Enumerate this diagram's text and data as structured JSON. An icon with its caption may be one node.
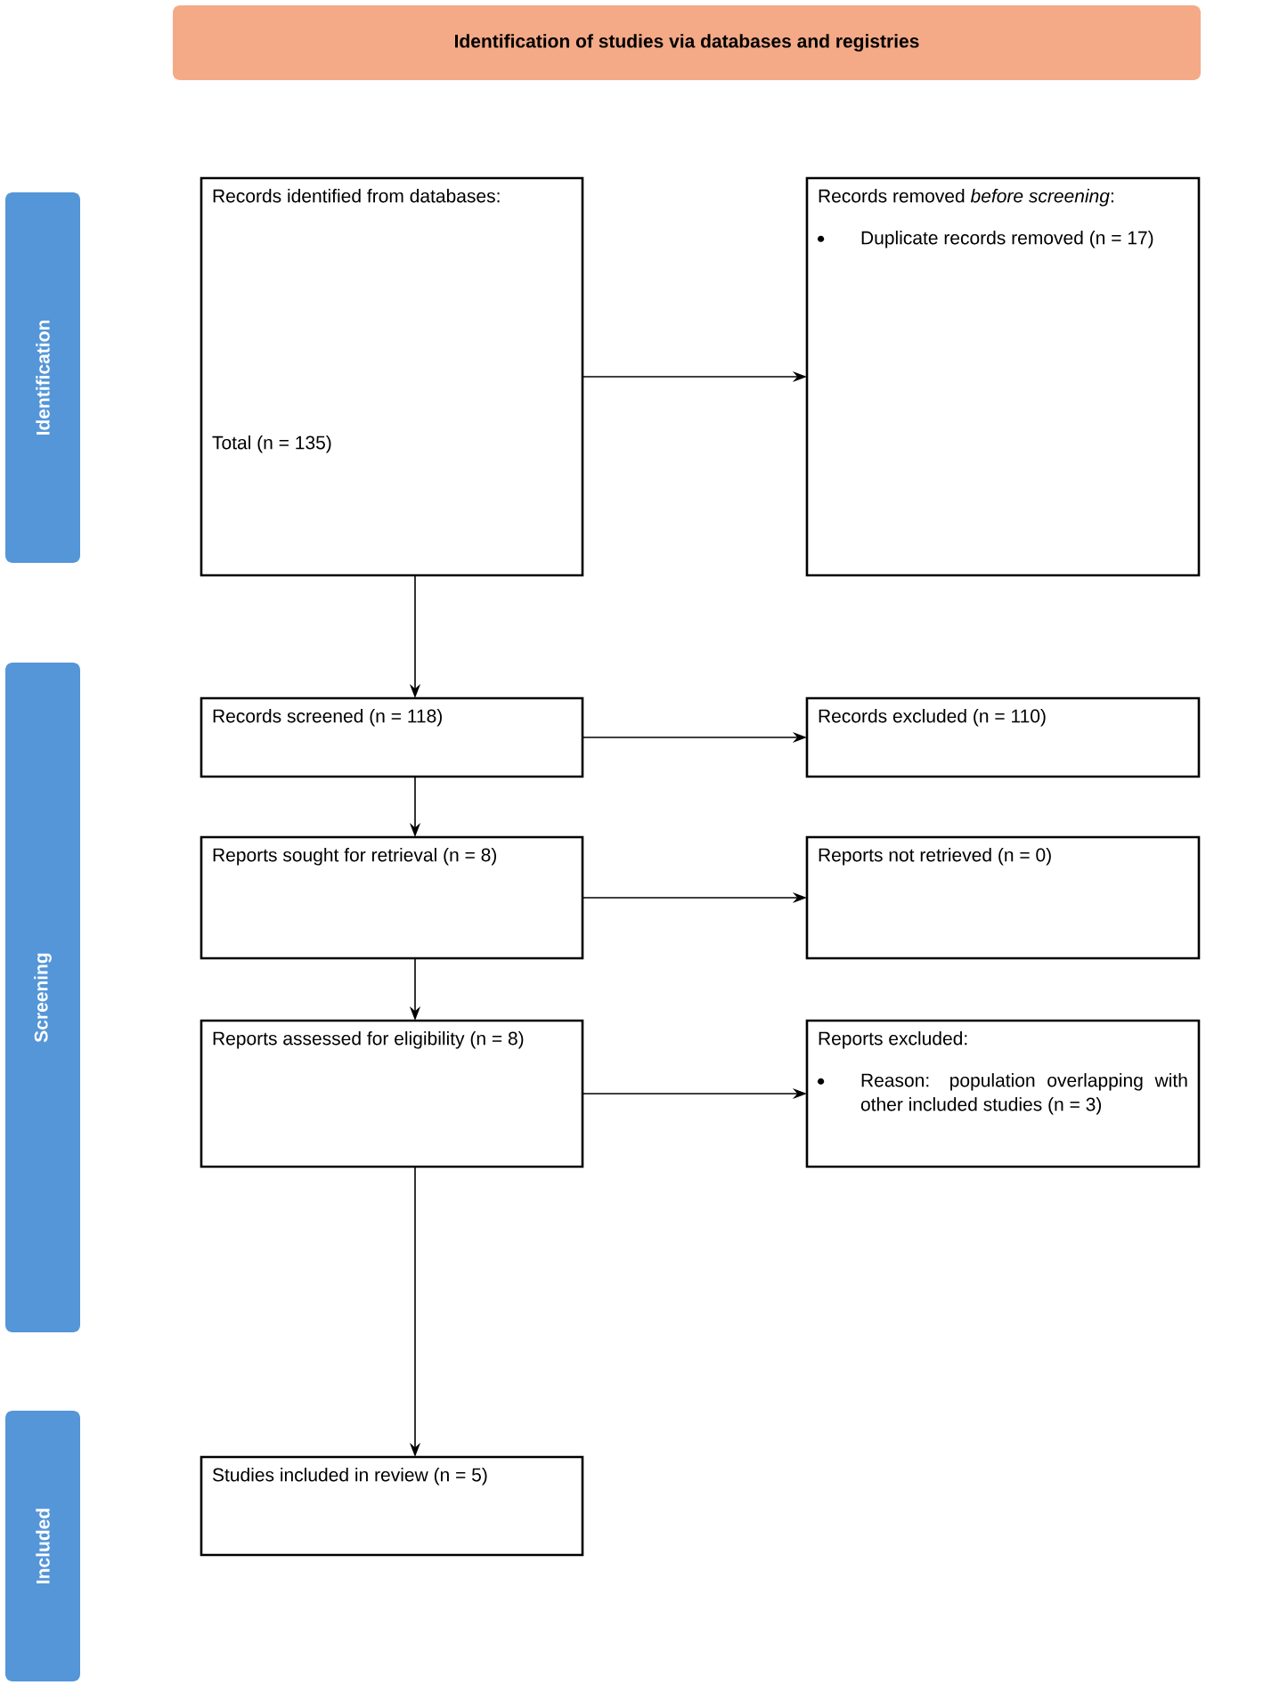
{
  "diagram": {
    "nodes": [
      {
        "text": [
          "Identification of studies via databases and registries"
        ]
      },
      {
        "text": [
          "Identification"
        ]
      },
      {
        "text": [
          "Screening"
        ]
      },
      {
        "text": [
          "Included"
        ]
      },
      {
        "text": [
          "Records identified from databases:",
          "Total (n = 135)"
        ]
      },
      {
        "text": [
          "Records removed *before screening*:",
          "Duplicate records removed (n = 17)"
        ]
      },
      {
        "text": [
          "Records screened (n = 118)"
        ]
      },
      {
        "text": [
          "Records excluded (n = 110)"
        ]
      },
      {
        "text": [
          "Reports sought for retrieval (n = 8)"
        ]
      },
      {
        "text": [
          "Reports not retrieved (n = 0)"
        ]
      },
      {
        "text": [
          "Reports assessed for eligibility (n = 8)"
        ]
      },
      {
        "text": [
          "Reports excluded:",
          "Reason: population overlapping with other included studies (n = 3)"
        ]
      },
      {
        "text": [
          "Studies included in review (n = 5)"
        ]
      }
    ],
    "edges": [
      {
        "from": 4,
        "to": 5,
        "arrow": "to"
      },
      {
        "from": 4,
        "to": 6,
        "arrow": "to"
      },
      {
        "from": 6,
        "to": 7,
        "arrow": "to"
      },
      {
        "from": 6,
        "to": 8,
        "arrow": "to"
      },
      {
        "from": 8,
        "to": 9,
        "arrow": "to"
      },
      {
        "from": 8,
        "to": 10,
        "arrow": "to"
      },
      {
        "from": 10,
        "to": 11,
        "arrow": "to"
      },
      {
        "from": 10,
        "to": 12,
        "arrow": "to"
      }
    ]
  }
}
